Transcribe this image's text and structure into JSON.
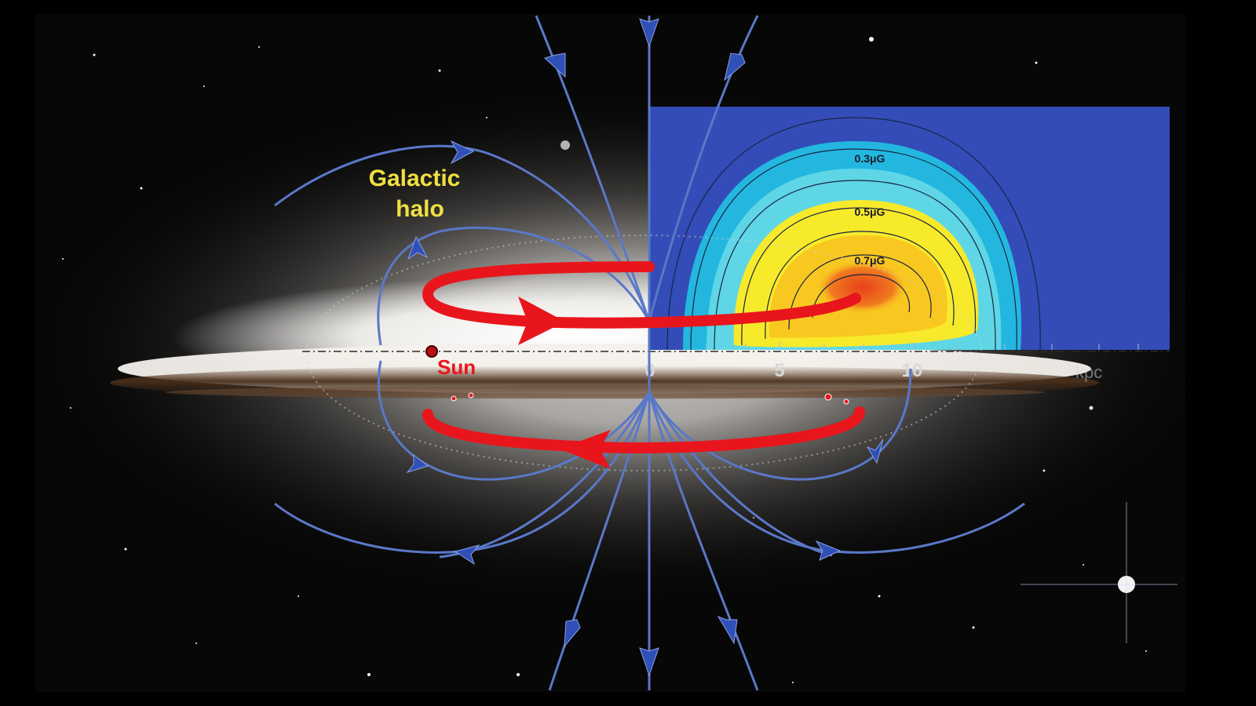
{
  "labels": {
    "halo_line1": "Galactic",
    "halo_line2": "halo",
    "sun": "Sun"
  },
  "axis": {
    "ticks": [
      "0",
      "5",
      "10"
    ],
    "unit": "kpc"
  },
  "inset": {
    "contours": [
      "0.3μG",
      "0.5μG",
      "0.7μG"
    ]
  },
  "colors": {
    "field_lines": "#5a78c8",
    "disk_current": "#e8161c",
    "halo_label": "#f0e040",
    "sun_label": "#e8161c",
    "background": "#000000"
  }
}
